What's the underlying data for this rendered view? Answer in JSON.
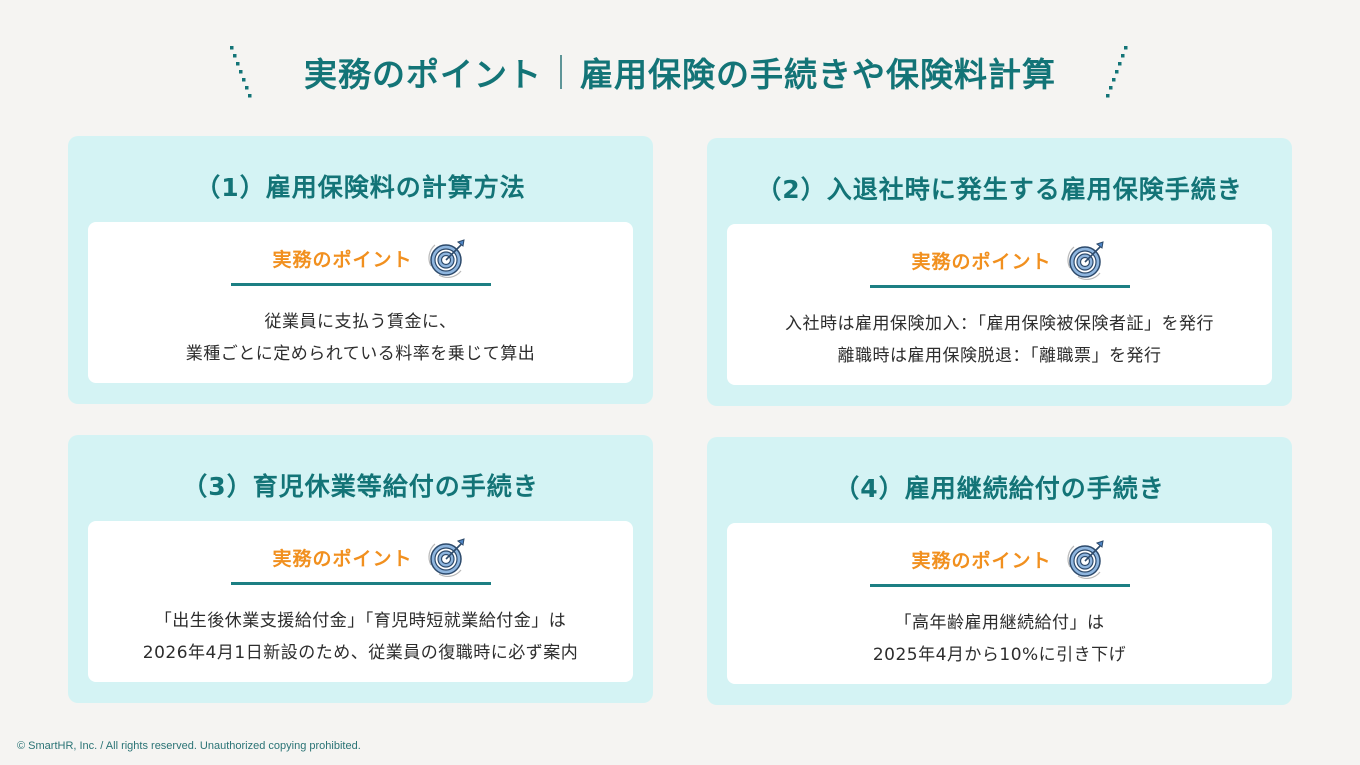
{
  "header": {
    "title_left": "実務のポイント",
    "title_right": "雇用保険の手続きや保険料計算"
  },
  "cards": [
    {
      "title": "（1）雇用保険料の計算方法",
      "point_label": "実務のポイント",
      "icon": "target-icon",
      "lines": [
        "従業員に支払う賃金に、",
        "業種ごとに定められている料率を乗じて算出"
      ]
    },
    {
      "title": "（2）入退社時に発生する雇用保険手続き",
      "point_label": "実務のポイント",
      "icon": "target-icon",
      "lines": [
        "入社時は雇用保険加入：「雇用保険被保険者証」を発行",
        "離職時は雇用保険脱退：「離職票」を発行"
      ]
    },
    {
      "title": "（3）育児休業等給付の手続き",
      "point_label": "実務のポイント",
      "icon": "target-icon",
      "lines": [
        "「出生後休業支援給付金」「育児時短就業給付金」は",
        "2026年4月1日新設のため、従業員の復職時に必ず案内"
      ]
    },
    {
      "title": "（4）雇用継続給付の手続き",
      "point_label": "実務のポイント",
      "icon": "target-icon",
      "lines": [
        "「高年齢雇用継続給付」は",
        "2025年4月から10%に引き下げ"
      ]
    }
  ],
  "footer": {
    "copyright": "© SmartHR, Inc. / All rights reserved. Unauthorized copying prohibited."
  },
  "colors": {
    "background": "#f5f4f2",
    "card_bg": "#d4f3f4",
    "teal_title": "#137477",
    "orange_label": "#f1901f",
    "divider": "#1c7f83",
    "body_text": "#2d2d2d"
  }
}
